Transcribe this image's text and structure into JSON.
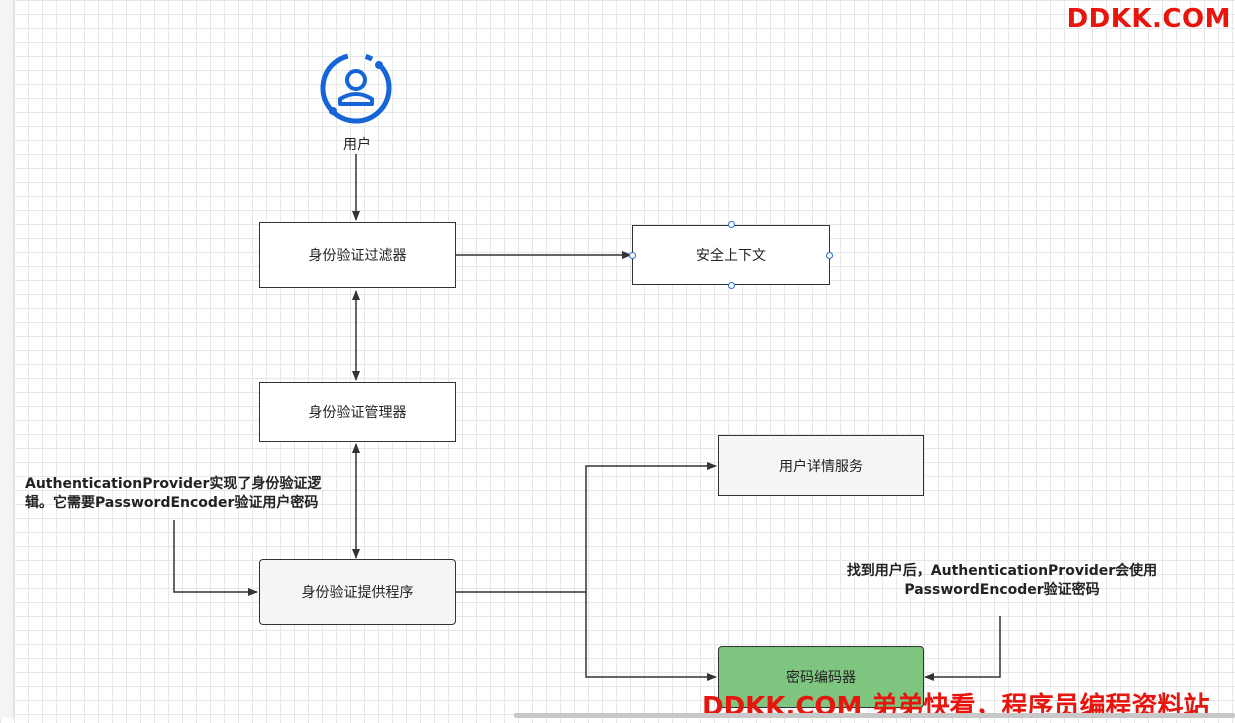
{
  "watermark": {
    "top": "DDKK.COM",
    "bottom": "DDKK.COM 弟弟快看，程序员编程资料站"
  },
  "actor": {
    "label": "用户",
    "icon": "user-circle-icon"
  },
  "nodes": {
    "filter": "身份验证过滤器",
    "context": "安全上下文",
    "manager": "身份验证管理器",
    "provider": "身份验证提供程序",
    "userdetails": "用户详情服务",
    "encoder": "密码编码器"
  },
  "notes": {
    "provider_line1": "AuthenticationProvider实现了身份验证逻",
    "provider_line2": "辑。它需要PasswordEncoder验证用户密码",
    "encoder_line1": "找到用户后，AuthenticationProvider会使用",
    "encoder_line2": "PasswordEncoder验证密码"
  },
  "colors": {
    "user_icon": "#1665d8",
    "encoder_fill": "#7ec580",
    "watermark": "#e8140e"
  }
}
